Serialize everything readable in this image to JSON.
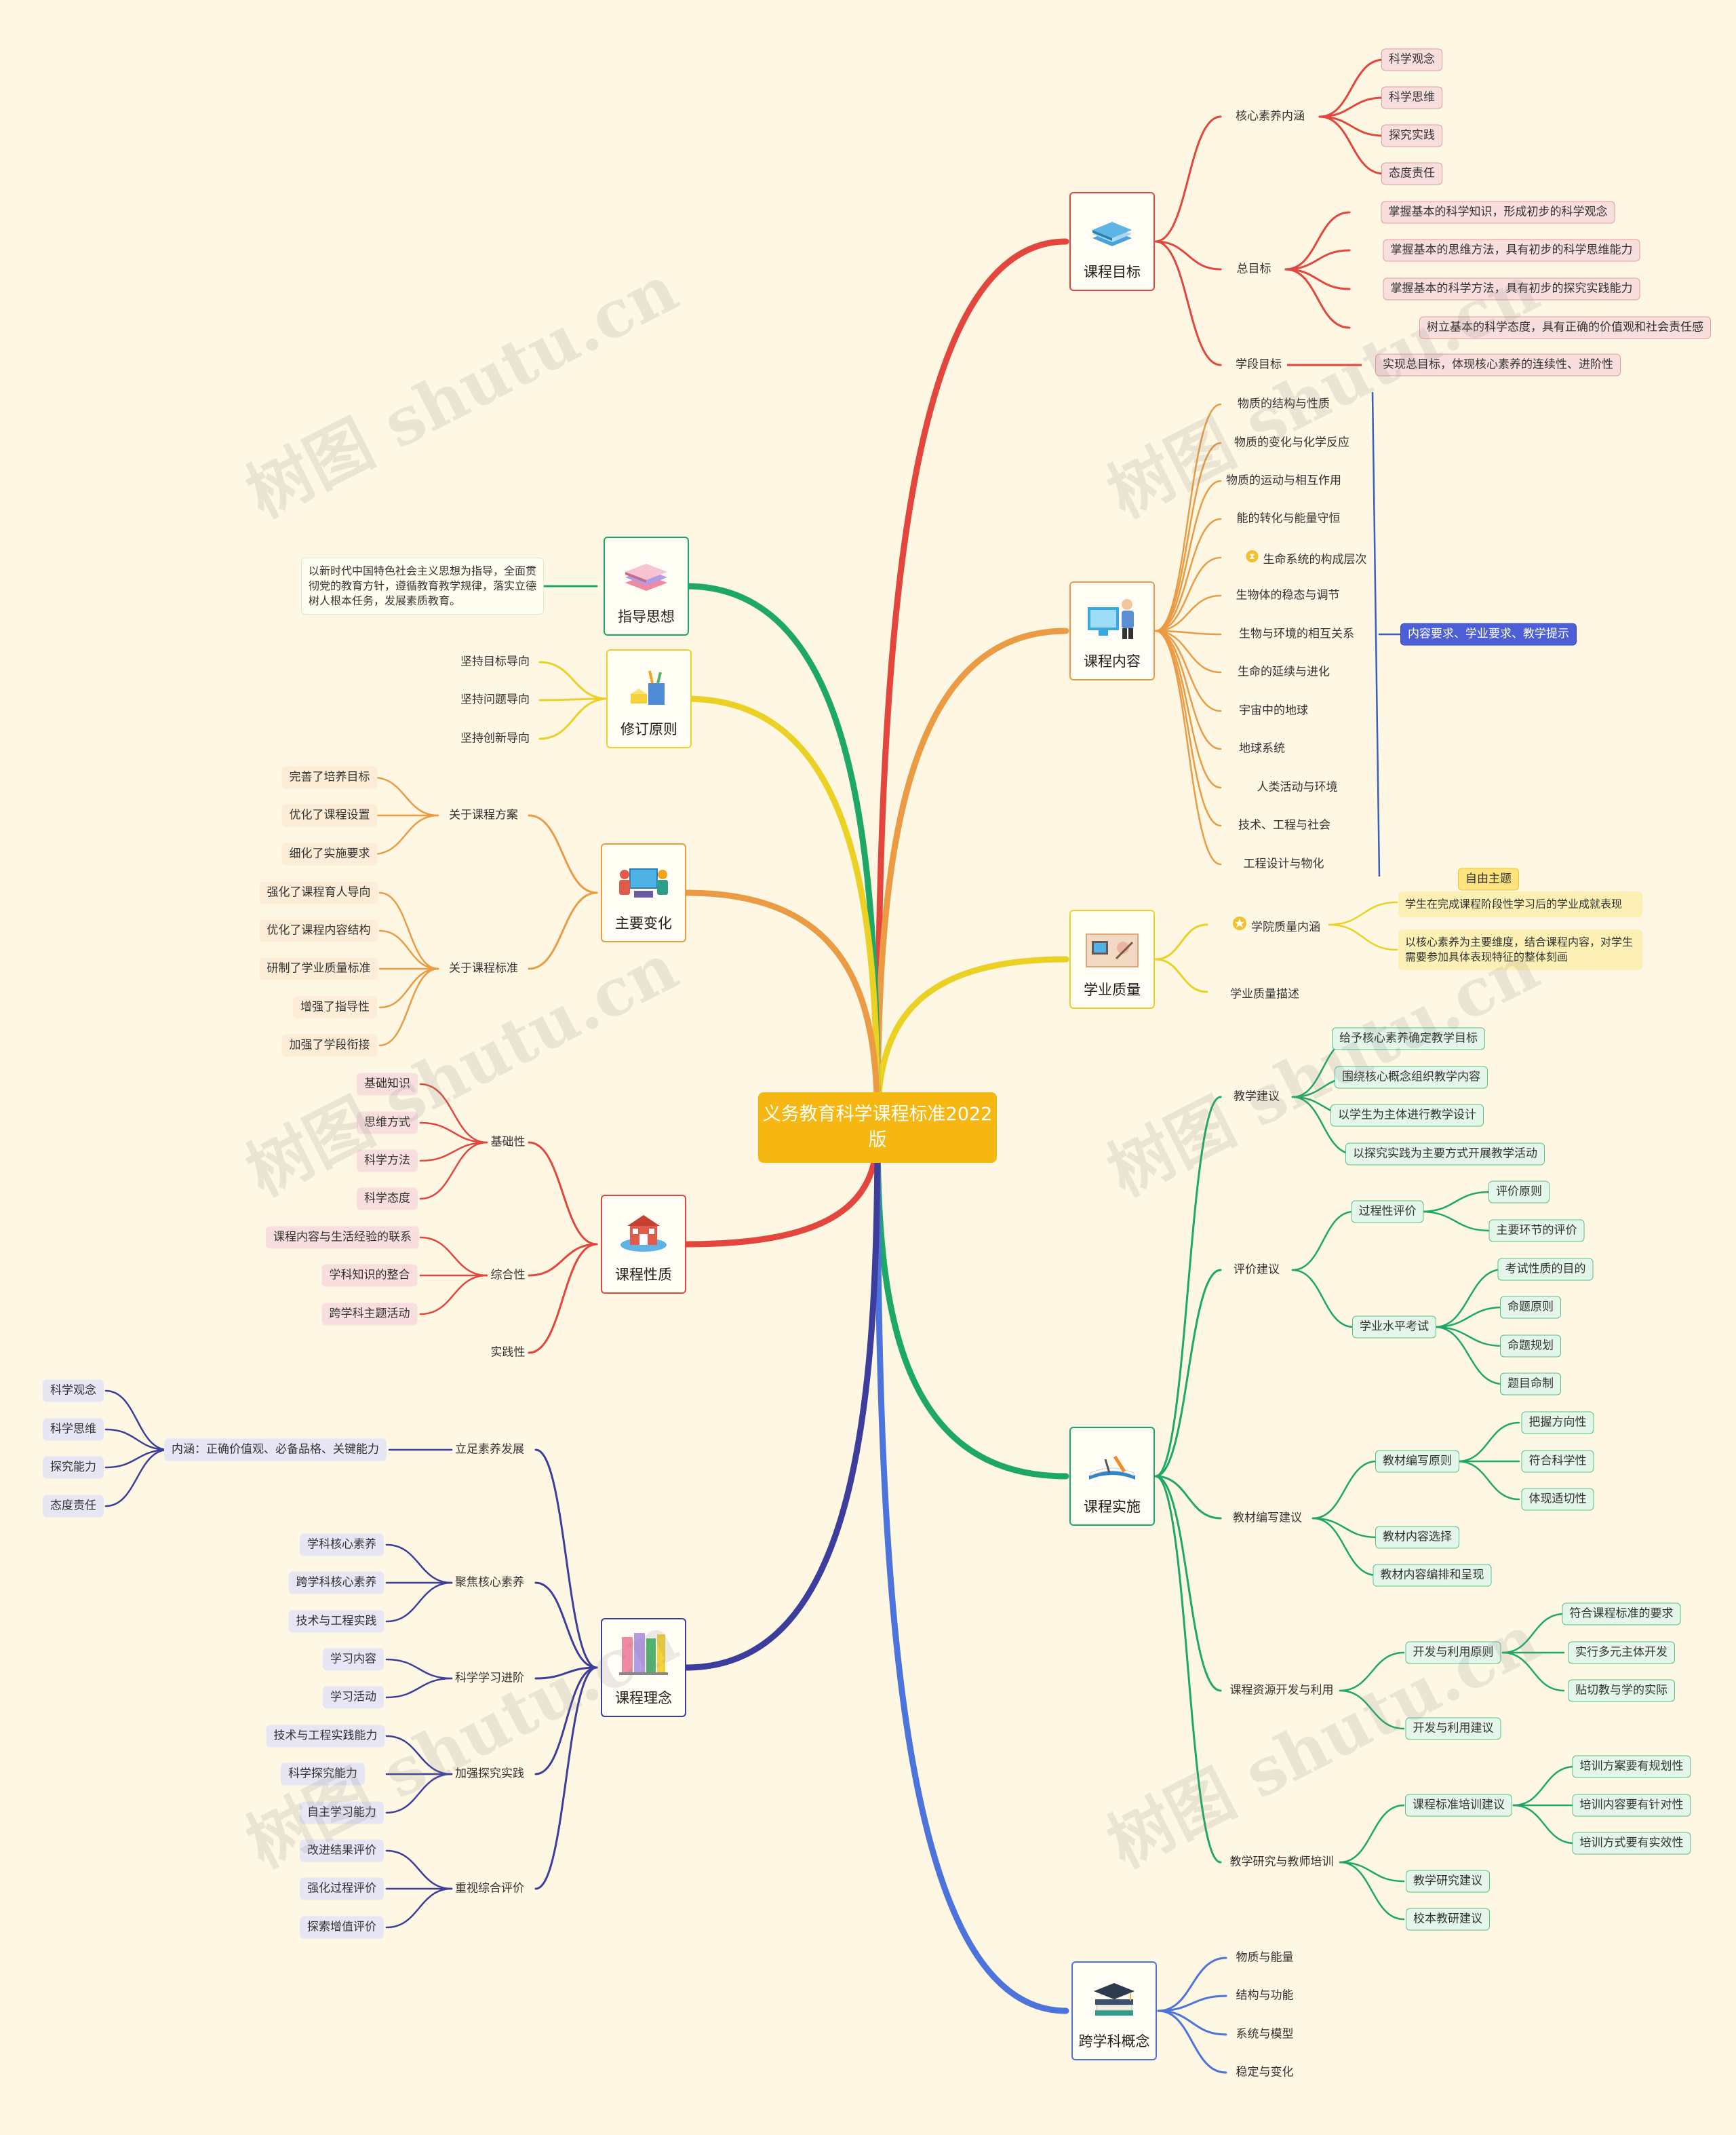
{
  "root": {
    "title": "义务教育科学课程标准2022版"
  },
  "watermark": "树图 shutu.cn",
  "colors": {
    "bg": "#fdf7e3",
    "root": "#f6b712",
    "red": "#e2463c",
    "orange": "#ea9b43",
    "yellow": "#ecd125",
    "green": "#1ea868",
    "blue": "#3d3d9c",
    "blue2": "#4d73dc",
    "lightblue": "#3b5fc0"
  },
  "branches": {
    "goals": {
      "label": "课程目标",
      "icon": "books-stack-icon",
      "core": {
        "label": "核心素养内涵",
        "items": [
          "科学观念",
          "科学思维",
          "探究实践",
          "态度责任"
        ]
      },
      "general": {
        "label": "总目标",
        "items": [
          "掌握基本的科学知识，形成初步的科学观念",
          "掌握基本的思维方法，具有初步的科学思维能力",
          "掌握基本的科学方法，具有初步的探究实践能力",
          "树立基本的科学态度，具有正确的价值观和社会责任感"
        ]
      },
      "stage": {
        "label": "学段目标",
        "item": "实现总目标，体现核心素养的连续性、进阶性"
      }
    },
    "content": {
      "label": "课程内容",
      "icon": "teacher-board-icon",
      "items": [
        "物质的结构与性质",
        "物质的变化与化学反应",
        "物质的运动与相互作用",
        "能的转化与能量守恒",
        "生命系统的构成层次",
        "生物体的稳态与调节",
        "生物与环境的相互关系",
        "生命的延续与进化",
        "宇宙中的地球",
        "地球系统",
        "人类活动与环境",
        "技术、工程与社会",
        "工程设计与物化"
      ],
      "summary": "内容要求、学业要求、教学提示"
    },
    "quality": {
      "label": "学业质量",
      "icon": "picture-frame-icon",
      "connotation": {
        "label": "学院质量内涵",
        "tag": "自由主题",
        "texts": [
          "学生在完成课程阶段性学习后的学业成就表现",
          "以核心素养为主要维度，结合课程内容，对学生需要参加具体表现特征的整体刻画"
        ]
      },
      "description": "学业质量描述"
    },
    "implementation": {
      "label": "课程实施",
      "icon": "book-pencil-icon",
      "teaching": {
        "label": "教学建议",
        "items": [
          "给予核心素养确定教学目标",
          "围绕核心概念组织教学内容",
          "以学生为主体进行教学设计",
          "以探究实践为主要方式开展教学活动"
        ]
      },
      "evaluation": {
        "label": "评价建议",
        "process": {
          "label": "过程性评价",
          "items": [
            "评价原则",
            "主要环节的评价"
          ]
        },
        "exam": {
          "label": "学业水平考试",
          "items": [
            "考试性质的目的",
            "命题原则",
            "命题规划",
            "题目命制"
          ]
        }
      },
      "textbook": {
        "label": "教材编写建议",
        "principle": {
          "label": "教材编写原则",
          "items": [
            "把握方向性",
            "符合科学性",
            "体现适切性"
          ]
        },
        "others": [
          "教材内容选择",
          "教材内容编排和呈现"
        ]
      },
      "resources": {
        "label": "课程资源开发与利用",
        "principle": {
          "label": "开发与利用原则",
          "items": [
            "符合课程标准的要求",
            "实行多元主体开发",
            "贴切教与学的实际"
          ]
        },
        "suggest": "开发与利用建议"
      },
      "research": {
        "label": "教学研究与教师培训",
        "training": {
          "label": "课程标准培训建议",
          "items": [
            "培训方案要有规划性",
            "培训内容要有针对性",
            "培训方式要有实效性"
          ]
        },
        "others": [
          "教学研究建议",
          "校本教研建议"
        ]
      }
    },
    "cross": {
      "label": "跨学科概念",
      "icon": "graduation-cap-icon",
      "items": [
        "物质与能量",
        "结构与功能",
        "系统与模型",
        "稳定与变化"
      ]
    },
    "guiding": {
      "label": "指导思想",
      "icon": "layered-books-icon",
      "text": "以新时代中国特色社会主义思想为指导，全面贯彻党的教育方针，遵循教育教学规律，落实立德树人根本任务，发展素质教育。"
    },
    "revision": {
      "label": "修订原则",
      "icon": "pencil-cup-icon",
      "items": [
        "坚持目标导向",
        "坚持问题导向",
        "坚持创新导向"
      ]
    },
    "changes": {
      "label": "主要变化",
      "icon": "team-board-icon",
      "plan": {
        "label": "关于课程方案",
        "items": [
          "完善了培养目标",
          "优化了课程设置",
          "细化了实施要求"
        ]
      },
      "standard": {
        "label": "关于课程标准",
        "items": [
          "强化了课程育人导向",
          "优化了课程内容结构",
          "研制了学业质量标准",
          "增强了指导性",
          "加强了学段衔接"
        ]
      }
    },
    "nature": {
      "label": "课程性质",
      "icon": "school-building-icon",
      "basic": {
        "label": "基础性",
        "items": [
          "基础知识",
          "思维方式",
          "科学方法",
          "科学态度"
        ]
      },
      "comprehensive": {
        "label": "综合性",
        "items": [
          "课程内容与生活经验的联系",
          "学科知识的整合",
          "跨学科主题活动"
        ]
      },
      "practical": {
        "label": "实践性"
      }
    },
    "concept": {
      "label": "课程理念",
      "icon": "bookshelf-icon",
      "literacy": {
        "label": "立足素养发展",
        "connotation": "内涵：正确价值观、必备品格、关键能力",
        "items": [
          "科学观念",
          "科学思维",
          "探究能力",
          "态度责任"
        ]
      },
      "focus": {
        "label": "聚焦核心素养",
        "items": [
          "学科核心素养",
          "跨学科核心素养",
          "技术与工程实践"
        ]
      },
      "progress": {
        "label": "科学学习进阶",
        "items": [
          "学习内容",
          "学习活动"
        ]
      },
      "inquiry": {
        "label": "加强探究实践",
        "items": [
          "技术与工程实践能力",
          "科学探究能力",
          "自主学习能力"
        ]
      },
      "assessment": {
        "label": "重视综合评价",
        "items": [
          "改进结果评价",
          "强化过程评价",
          "探索增值评价"
        ]
      }
    }
  }
}
